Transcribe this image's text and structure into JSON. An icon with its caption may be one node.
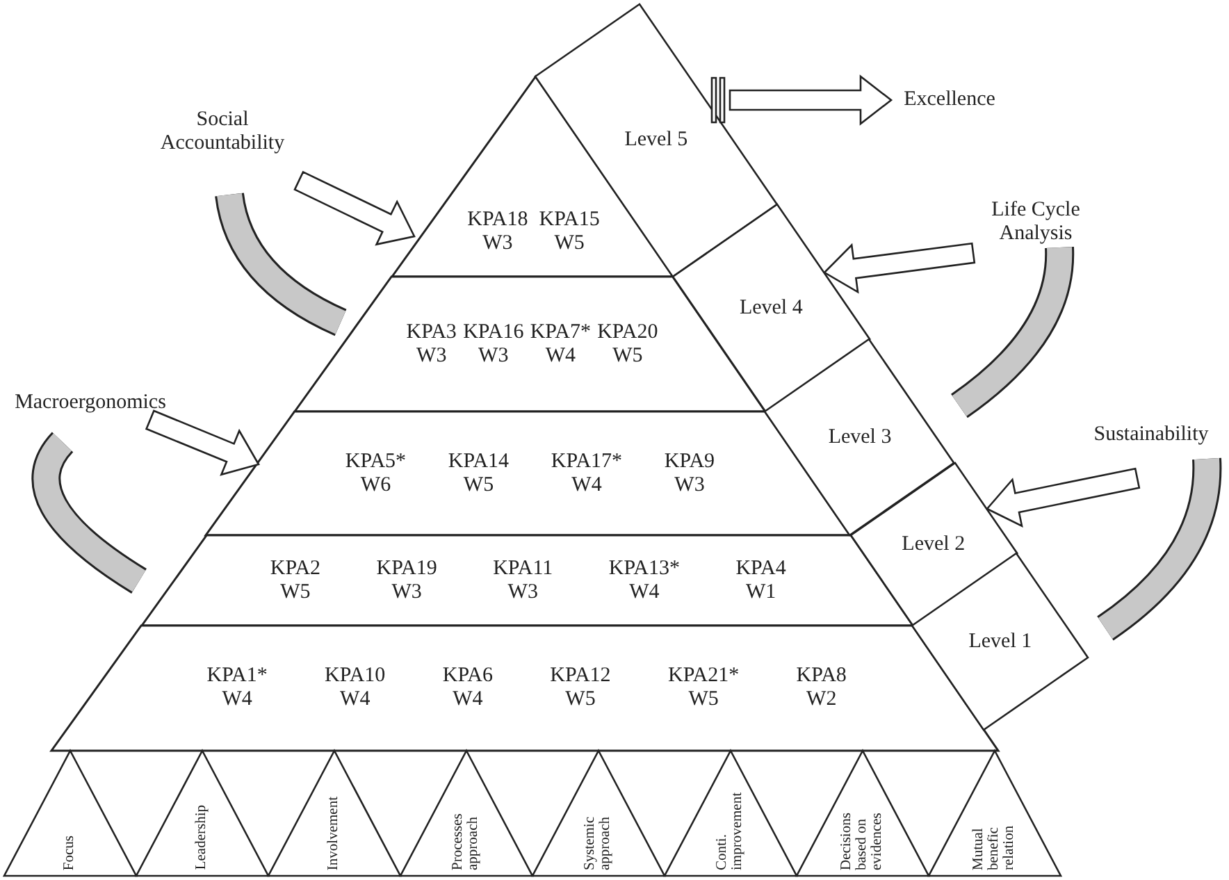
{
  "diagram": {
    "nodes": [
      {
        "text": [
          "KPA18 W3",
          "KPA15 W5"
        ]
      },
      {
        "text": [
          "KPA3 W3",
          "KPA16 W3",
          "KPA7* W4",
          "KPA20 W5"
        ]
      },
      {
        "text": [
          "KPA5* W6",
          "KPA14 W5",
          "KPA17* W4",
          "KPA9 W3"
        ]
      },
      {
        "text": [
          "KPA2 W5",
          "KPA19 W3",
          "KPA11 W3",
          "KPA13* W4",
          "KPA4 W1"
        ]
      },
      {
        "text": [
          "KPA1* W4",
          "KPA10 W4",
          "KPA6 W4",
          "KPA12 W5",
          "KPA21* W5",
          "KPA8 W2"
        ]
      },
      {
        "text": [
          "Level 5"
        ]
      },
      {
        "text": [
          "Level 4"
        ]
      },
      {
        "text": [
          "Level 3"
        ]
      },
      {
        "text": [
          "Level 2"
        ]
      },
      {
        "text": [
          "Level 1"
        ]
      },
      {
        "text": [
          "Focus"
        ]
      },
      {
        "text": [
          "Leadership"
        ]
      },
      {
        "text": [
          "Involvement"
        ]
      },
      {
        "text": [
          "Processes approach"
        ]
      },
      {
        "text": [
          "Systemic approach"
        ]
      },
      {
        "text": [
          "Conti. improvement"
        ]
      },
      {
        "text": [
          "Decisions based on evidences"
        ]
      },
      {
        "text": [
          "Mutual benefic relation"
        ]
      },
      {
        "text": [
          "Social Accountability"
        ]
      },
      {
        "text": [
          "Excellence"
        ]
      },
      {
        "text": [
          "Life Cycle Analysis"
        ]
      },
      {
        "text": [
          "Macroergonomics"
        ]
      },
      {
        "text": [
          "Sustainability"
        ]
      }
    ],
    "edges": [
      {
        "from": 18,
        "to": 0,
        "arrow": "to"
      },
      {
        "from": 5,
        "to": 19,
        "arrow": "to"
      },
      {
        "from": 20,
        "to": 6,
        "arrow": "to"
      },
      {
        "from": 21,
        "to": 2,
        "arrow": "to"
      },
      {
        "from": 22,
        "to": 8,
        "arrow": "to"
      }
    ]
  }
}
